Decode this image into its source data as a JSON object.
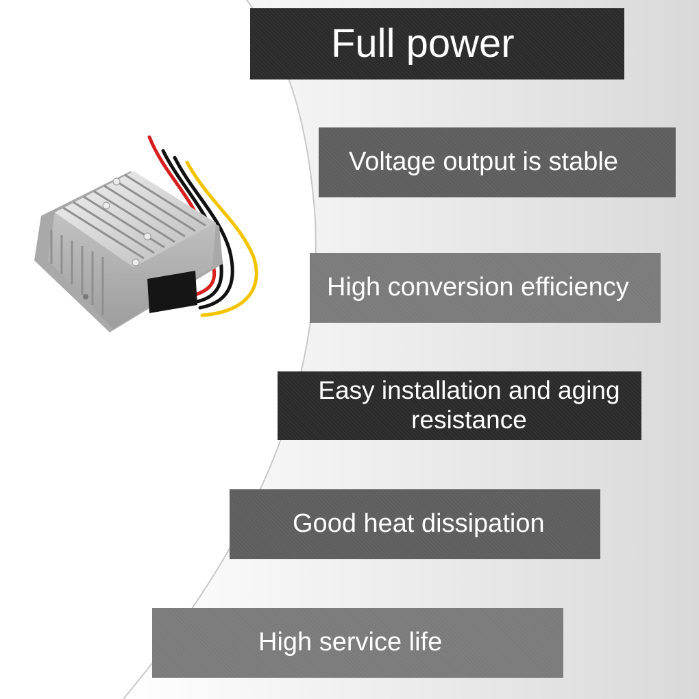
{
  "banners": [
    {
      "text": "Full power"
    },
    {
      "text": "Voltage output is stable"
    },
    {
      "text": "High conversion efficiency"
    },
    {
      "text": "Easy installation and aging resistance"
    },
    {
      "text": "Good heat dissipation"
    },
    {
      "text": "High service life"
    }
  ],
  "colors": {
    "dark": "#2b2b2b",
    "mid": "#5e5e5e",
    "light": "#7b7b7b",
    "arc_shadow": "#d4d4d4"
  },
  "product": {
    "icon": "dc-dc-converter-module-icon",
    "wire_colors": [
      "#d81e1e",
      "#111111",
      "#111111",
      "#f2c400"
    ]
  }
}
